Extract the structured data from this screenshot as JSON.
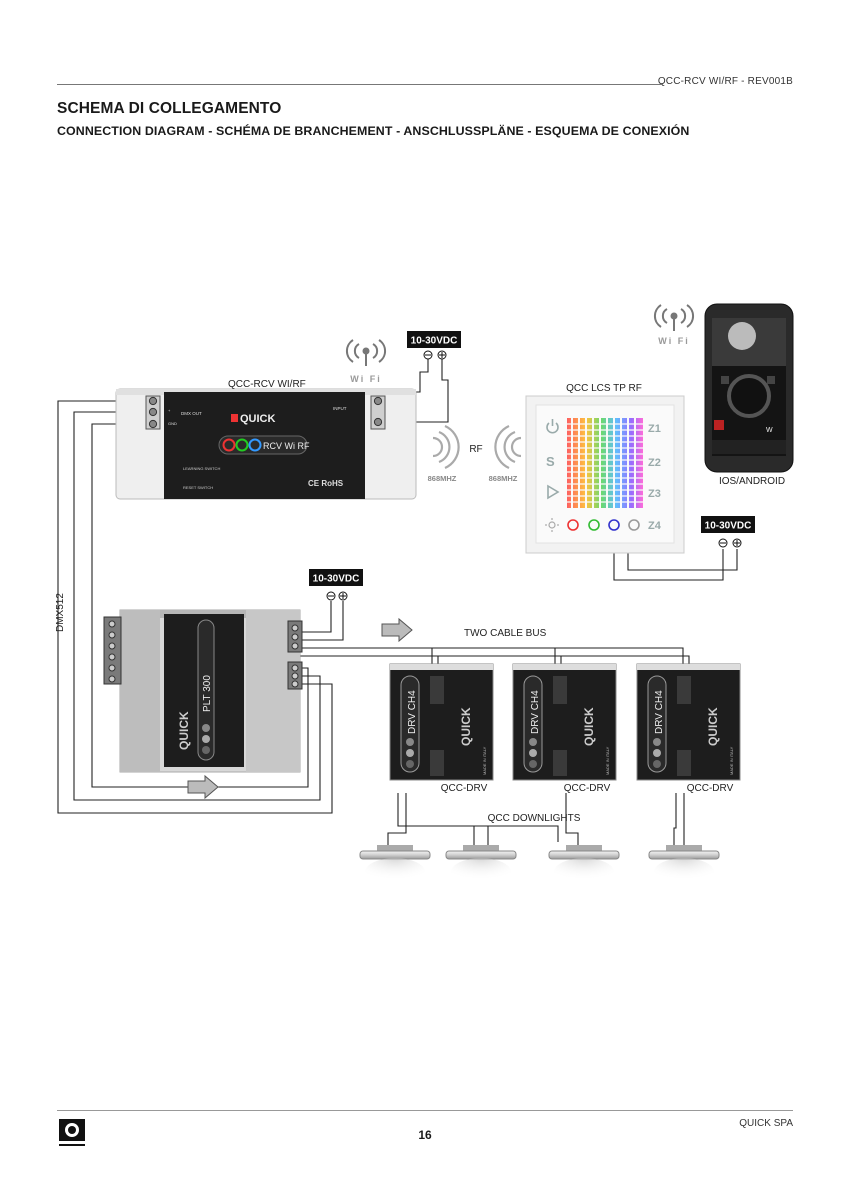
{
  "header": {
    "doc_code": "QCC-RCV WI/RF - REV001B"
  },
  "page": {
    "title": "SCHEMA DI COLLEGAMENTO",
    "subtitle": "CONNECTION DIAGRAM - SCHÉMA DE BRANCHEMENT - ANSCHLUSSPLÄNE - ESQUEMA DE CONEXIÓN"
  },
  "diagram": {
    "receiver": {
      "label": "QCC-RCV WI/RF",
      "brand": "QUICK",
      "badge": "RCV Wi RF",
      "dmx_out": "DMX OUT",
      "gnd": "GND",
      "input": "INPUT",
      "learning": "LEARNING SWITCH",
      "reset": "RESET SWITCH",
      "ce_rohs": "CE RoHS"
    },
    "power_labels": [
      "10-30VDC",
      "10-30VDC",
      "10-30VDC"
    ],
    "wifi_label": "Wi Fi",
    "rf": {
      "label": "RF",
      "freq_left": "868MHZ",
      "freq_right": "868MHZ"
    },
    "touch_panel": {
      "label": "QCC LCS TP RF",
      "zones": [
        "Z1",
        "Z2",
        "Z3",
        "Z4"
      ],
      "s_key": "S"
    },
    "phone": {
      "label": "IOS/ANDROID",
      "w_key": "W"
    },
    "dmx_label": "DMX512",
    "bus_label": "TWO CABLE BUS",
    "plt": {
      "brand": "QUICK",
      "model": "PLT 300"
    },
    "drivers": [
      {
        "label": "QCC-DRV",
        "model": "DRV CH4",
        "brand": "QUICK",
        "made": "MADE IN ITALY"
      },
      {
        "label": "QCC-DRV",
        "model": "DRV CH4",
        "brand": "QUICK",
        "made": "MADE IN ITALY"
      },
      {
        "label": "QCC-DRV",
        "model": "DRV CH4",
        "brand": "QUICK",
        "made": "MADE IN ITALY"
      }
    ],
    "downlights_label": "QCC DOWNLIGHTS"
  },
  "footer": {
    "page_number": "16",
    "company": "QUICK SPA"
  },
  "colors": {
    "device_dark": "#1d1d1d",
    "device_light": "#eeeeee",
    "wire": "#222222",
    "badge": "#111111"
  }
}
